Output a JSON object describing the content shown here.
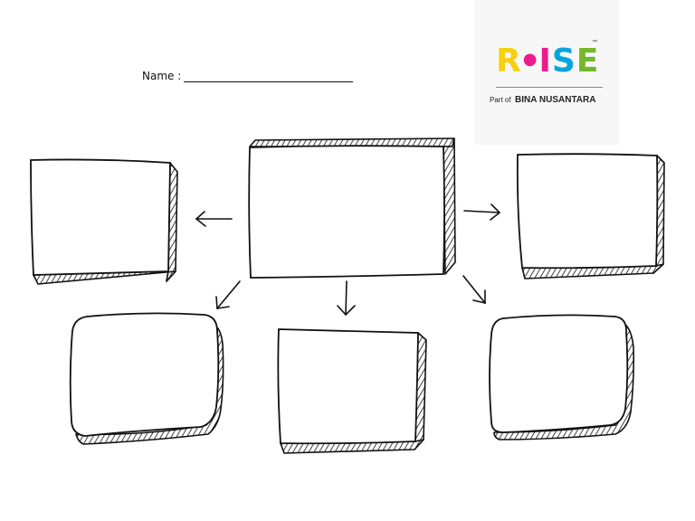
{
  "header": {
    "name_label": "Name :"
  },
  "logo": {
    "letters": {
      "r": "R",
      "i": "I",
      "s": "S",
      "e": "E"
    },
    "tm": "™",
    "part_of": "Part of",
    "brand": "BINA NUSANTARA",
    "colors": {
      "r": "#f5d10f",
      "i": "#ec1c8c",
      "s": "#00a6dc",
      "e": "#74b82b"
    }
  }
}
